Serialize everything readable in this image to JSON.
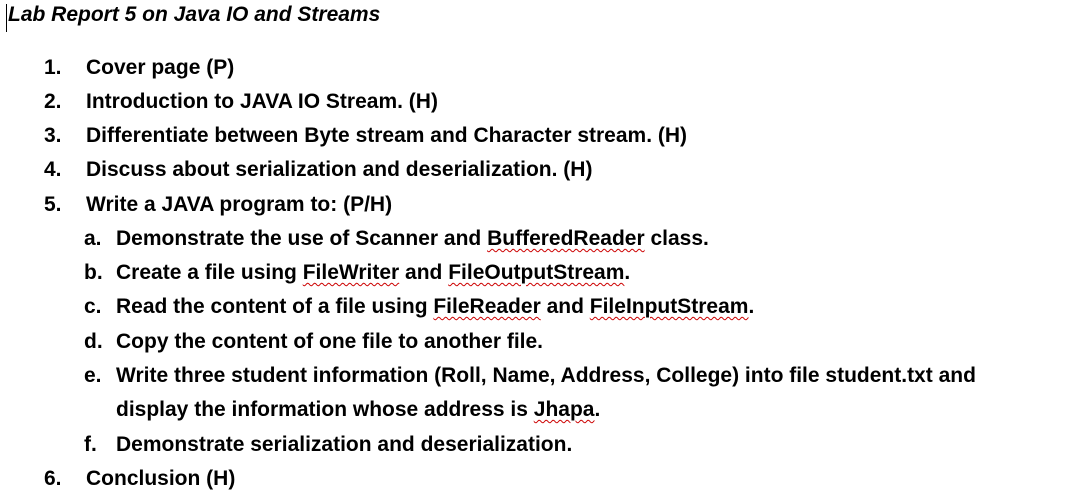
{
  "title": "Lab Report 5 on Java IO and Streams",
  "items": [
    {
      "num": "1.",
      "text": "Cover page (P)"
    },
    {
      "num": "2.",
      "text": "Introduction to JAVA IO Stream. (H)"
    },
    {
      "num": "3.",
      "text": "Differentiate between Byte stream and Character stream.  (H)"
    },
    {
      "num": "4.",
      "text": "Discuss about serialization and deserialization. (H)"
    },
    {
      "num": "5.",
      "text": "Write a JAVA program to: (P/H)"
    },
    {
      "num": "6.",
      "text": "Conclusion (H)"
    }
  ],
  "subitems": {
    "a": {
      "letter": "a.",
      "p1": "Demonstrate the use of Scanner and ",
      "w1": "BufferedReader",
      "p2": " class."
    },
    "b": {
      "letter": "b.",
      "p1": "Create a file using ",
      "w1": "FileWriter",
      "p2": " and ",
      "w2": "FileOutputStream",
      "p3": "."
    },
    "c": {
      "letter": "c.",
      "p1": "Read the content of a file using ",
      "w1": "FileReader",
      "p2": " and ",
      "w2": "FileInputStream",
      "p3": "."
    },
    "d": {
      "letter": "d.",
      "p1": "Copy the content of one file to another file."
    },
    "e": {
      "letter": "e.",
      "p1": "Write three student information (Roll, Name, Address, College) into file student.txt and",
      "line2": "display the information whose address is ",
      "w1": "Jhapa",
      "p2": "."
    },
    "f": {
      "letter": "f.",
      "p1": "Demonstrate serialization and deserialization."
    }
  }
}
